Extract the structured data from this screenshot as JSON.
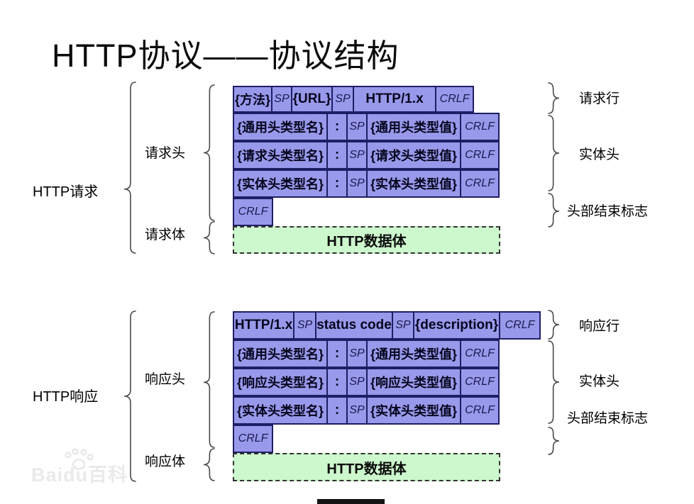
{
  "title": "HTTP协议——协议结构",
  "watermark": "Baidu百科",
  "colors": {
    "cell_fill": "#9999eb",
    "cell_border": "#1e1e64",
    "data_body_fill": "#cdf7cd",
    "data_body_border": "#333333",
    "brace": "#4a4a4a",
    "watermark_gray": "#eaeaea"
  },
  "request": {
    "label": "HTTP请求",
    "headers_label": "请求头",
    "body_label": "请求体",
    "line": [
      "{方法}",
      "SP",
      "{URL}",
      "SP",
      "HTTP/1.x",
      "CRLF"
    ],
    "rows": [
      [
        "{通用头类型名}",
        ":",
        "SP",
        "{通用头类型值}",
        "CRLF"
      ],
      [
        "{请求头类型名}",
        ":",
        "SP",
        "{请求头类型值}",
        "CRLF"
      ],
      [
        "{实体头类型名}",
        ":",
        "SP",
        "{实体头类型值}",
        "CRLF"
      ]
    ],
    "crlf": "CRLF",
    "body": "HTTP数据体",
    "annotations": [
      "请求行",
      "实体头",
      "头部结束标志"
    ]
  },
  "response": {
    "label": "HTTP响应",
    "headers_label": "响应头",
    "body_label": "响应体",
    "line": [
      "HTTP/1.x",
      "SP",
      "{status code}",
      "SP",
      "{description}",
      "CRLF"
    ],
    "rows": [
      [
        "{通用头类型名}",
        ":",
        "SP",
        "{通用头类型值}",
        "CRLF"
      ],
      [
        "{响应头类型名}",
        ":",
        "SP",
        "{响应头类型值}",
        "CRLF"
      ],
      [
        "{实体头类型名}",
        ":",
        "SP",
        "{实体头类型值}",
        "CRLF"
      ]
    ],
    "crlf": "CRLF",
    "body": "HTTP数据体",
    "annotations": [
      "响应行",
      "实体头",
      "头部结束标志"
    ]
  }
}
